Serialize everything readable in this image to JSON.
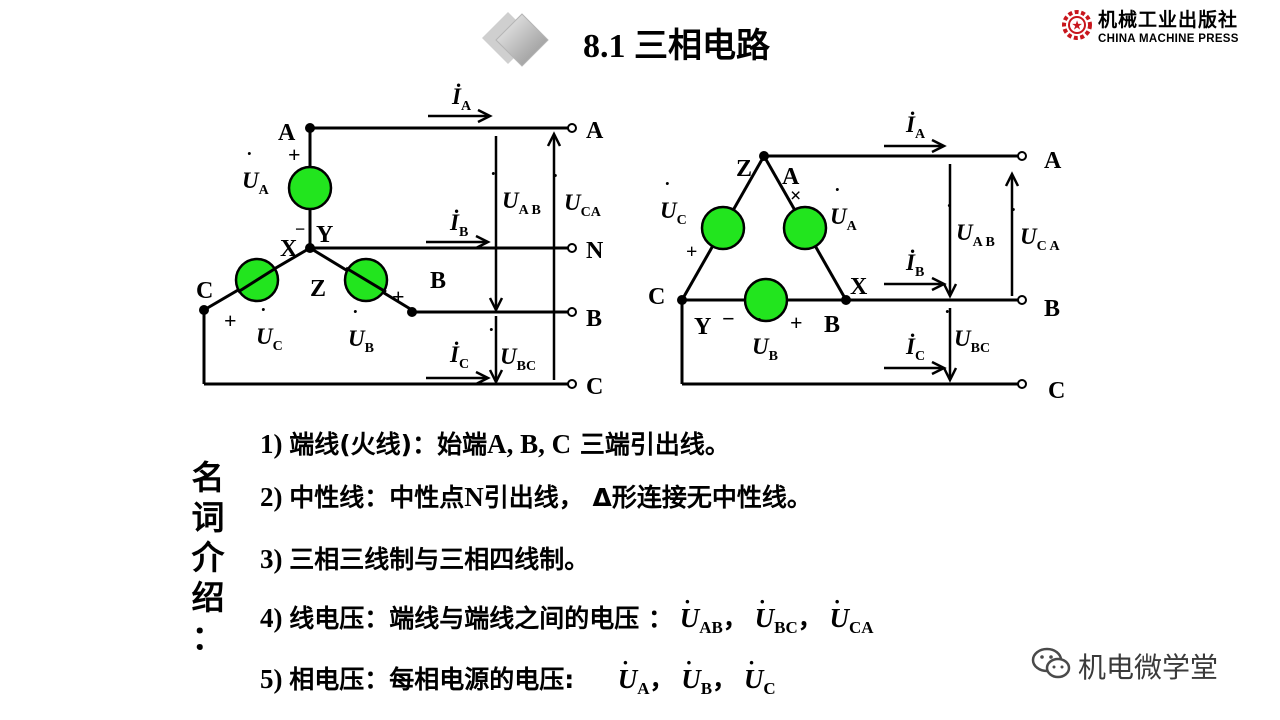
{
  "header": {
    "title": "8.1 三相电路",
    "publisher_cn": "机械工业出版社",
    "publisher_en": "CHINA MACHINE PRESS"
  },
  "side_label": [
    "名",
    "词",
    "介",
    "绍",
    "："
  ],
  "items": [
    {
      "num": "1)",
      "text_a": "端线(火线)：始端",
      "text_b": "A, B, C",
      "text_c": " 三端引出线。"
    },
    {
      "num": "2)",
      "text_a": "中性线：中性点",
      "text_b": "N",
      "text_c": "引出线，   Δ形连接无中性线。"
    },
    {
      "num": "3)",
      "text_a": "三相三线制与三相四线制。"
    },
    {
      "num": "4)",
      "text_a": "线电压：端线与端线之间的电压 ："
    },
    {
      "num": "5)",
      "text_a": "相电压：每相电源的电压:"
    }
  ],
  "line_voltages": [
    {
      "sym": "U",
      "sub": "AB",
      "sep": "，"
    },
    {
      "sym": "U",
      "sub": "BC",
      "sep": "，"
    },
    {
      "sym": "U",
      "sub": "CA",
      "sep": ""
    }
  ],
  "phase_voltages": [
    {
      "sym": "U",
      "sub": "A",
      "sep": "，"
    },
    {
      "sym": "U",
      "sub": "B",
      "sep": "，"
    },
    {
      "sym": "U",
      "sub": "C",
      "sep": ""
    }
  ],
  "watermark": "机电微学堂",
  "diagram_star": {
    "terminals": [
      "A",
      "N",
      "B",
      "C"
    ],
    "nodes": [
      "A",
      "X",
      "Y",
      "Z",
      "C",
      "B"
    ],
    "currents": [
      {
        "sym": "I",
        "sub": "A"
      },
      {
        "sym": "I",
        "sub": "B"
      },
      {
        "sym": "I",
        "sub": "C"
      }
    ],
    "line_voltages": [
      {
        "sym": "U",
        "sub": "A B"
      },
      {
        "sym": "U",
        "sub": "CA"
      },
      {
        "sym": "U",
        "sub": "BC"
      }
    ],
    "phase_voltages": [
      {
        "sym": "U",
        "sub": "A"
      },
      {
        "sym": "U",
        "sub": "B"
      },
      {
        "sym": "U",
        "sub": "C"
      }
    ]
  },
  "diagram_delta": {
    "terminals": [
      "A",
      "B",
      "C"
    ],
    "nodes": [
      "Z",
      "A",
      "X",
      "C",
      "Y",
      "B"
    ],
    "currents": [
      {
        "sym": "I",
        "sub": "A"
      },
      {
        "sym": "I",
        "sub": "B"
      },
      {
        "sym": "I",
        "sub": "C"
      }
    ],
    "line_voltages": [
      {
        "sym": "U",
        "sub": "A B"
      },
      {
        "sym": "U",
        "sub": "C A"
      },
      {
        "sym": "U",
        "sub": "BC"
      }
    ],
    "phase_voltages": [
      {
        "sym": "U",
        "sub": "A"
      },
      {
        "sym": "U",
        "sub": "B"
      },
      {
        "sym": "U",
        "sub": "C"
      }
    ]
  },
  "colors": {
    "source_fill": "#22e51e",
    "text": "#000000",
    "accent_gray": "#9a9a9a"
  }
}
